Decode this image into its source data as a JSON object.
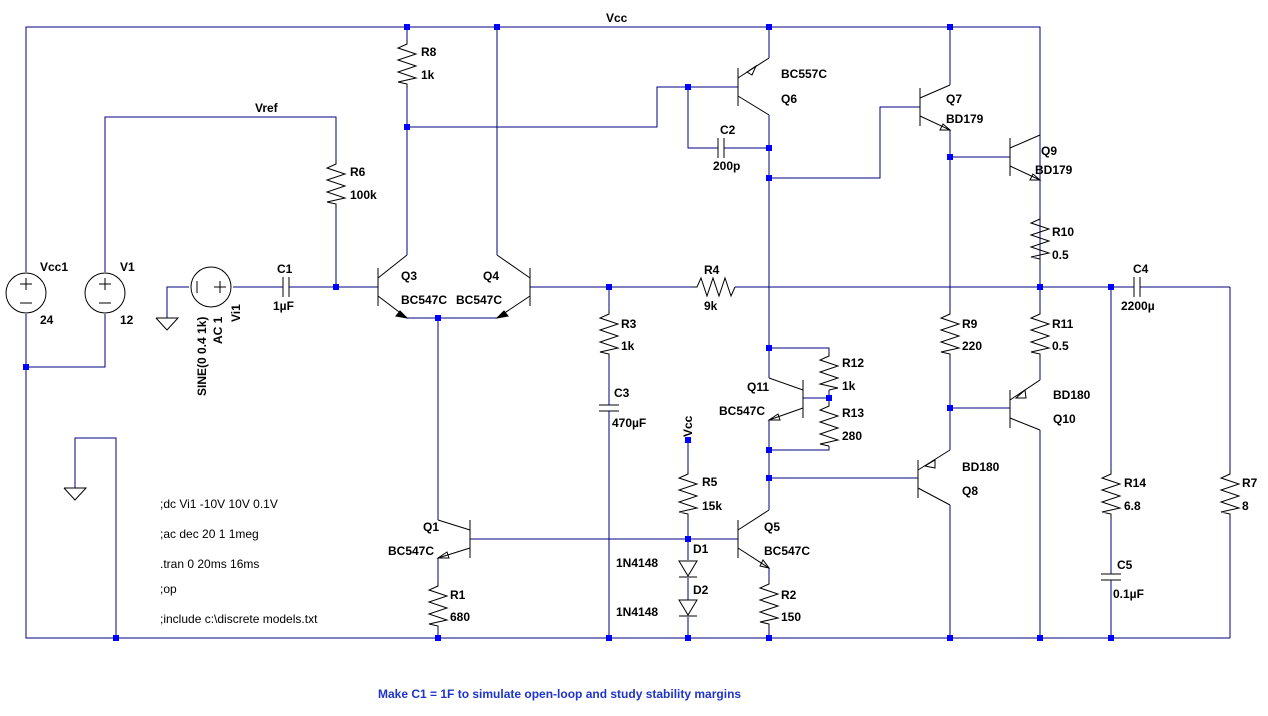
{
  "schematic": {
    "nets": {
      "vcc_top": "Vcc",
      "vref": "Vref",
      "vcc_label": "Vcc"
    },
    "sources": {
      "vcc1": {
        "name": "Vcc1",
        "value": "24"
      },
      "v1": {
        "name": "V1",
        "value": "12"
      },
      "vi1": {
        "name": "Vi1",
        "ac": "AC 1",
        "sine": "SINE(0 0.4 1k)"
      }
    },
    "resistors": {
      "r1": {
        "name": "R1",
        "value": "680"
      },
      "r2": {
        "name": "R2",
        "value": "150"
      },
      "r3": {
        "name": "R3",
        "value": "1k"
      },
      "r4": {
        "name": "R4",
        "value": "9k"
      },
      "r5": {
        "name": "R5",
        "value": "15k"
      },
      "r6": {
        "name": "R6",
        "value": "100k"
      },
      "r7": {
        "name": "R7",
        "value": "8"
      },
      "r8": {
        "name": "R8",
        "value": "1k"
      },
      "r9": {
        "name": "R9",
        "value": "220"
      },
      "r10": {
        "name": "R10",
        "value": "0.5"
      },
      "r11": {
        "name": "R11",
        "value": "0.5"
      },
      "r12": {
        "name": "R12",
        "value": "1k"
      },
      "r13": {
        "name": "R13",
        "value": "280"
      },
      "r14": {
        "name": "R14",
        "value": "6.8"
      }
    },
    "capacitors": {
      "c1": {
        "name": "C1",
        "value": "1µF"
      },
      "c2": {
        "name": "C2",
        "value": "200p"
      },
      "c3": {
        "name": "C3",
        "value": "470µF"
      },
      "c4": {
        "name": "C4",
        "value": "2200µ"
      },
      "c5": {
        "name": "C5",
        "value": "0.1µF"
      }
    },
    "transistors": {
      "q1": {
        "name": "Q1",
        "model": "BC547C"
      },
      "q3": {
        "name": "Q3",
        "model": "BC547C"
      },
      "q4": {
        "name": "Q4",
        "model": "BC547C"
      },
      "q5": {
        "name": "Q5",
        "model": "BC547C"
      },
      "q6": {
        "name": "Q6",
        "model": "BC557C"
      },
      "q7": {
        "name": "Q7",
        "model": "BD179"
      },
      "q8": {
        "name": "Q8",
        "model": "BD180"
      },
      "q9": {
        "name": "Q9",
        "model": "BD179"
      },
      "q10": {
        "name": "Q10",
        "model": "BD180"
      },
      "q11": {
        "name": "Q11",
        "model": "BC547C"
      }
    },
    "diodes": {
      "d1": {
        "name": "D1",
        "model": "1N4148"
      },
      "d2": {
        "name": "D2",
        "model": "1N4148"
      }
    },
    "directives": [
      ";dc Vi1 -10V 10V 0.1V",
      ";ac dec 20 1 1meg",
      ".tran 0 20ms 16ms",
      ";op",
      ";include c:\\discrete models.txt"
    ],
    "footnote": "Make C1 = 1F to simulate open-loop and study stability margins",
    "colors": {
      "wire": "#000080",
      "junction": "#0000ff",
      "component": "#000000",
      "footnote": "#1f34c8"
    }
  }
}
